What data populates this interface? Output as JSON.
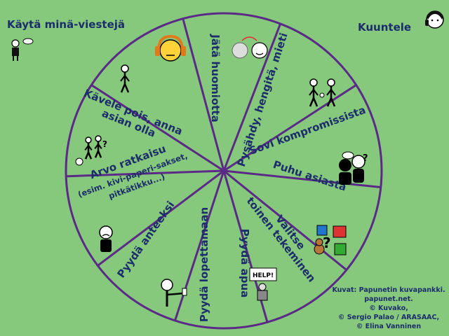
{
  "header": {
    "left_title": "Käytä minä-viestejä",
    "right_title": "Kuuntele"
  },
  "wheel": {
    "segments": [
      {
        "label_lines": [
          "Jätä huomiotta"
        ],
        "icon": "headphones-face-icon"
      },
      {
        "label_lines": [
          "Pysähdy, hengitä, mieti"
        ],
        "icon": "calm-faces-icon"
      },
      {
        "label_lines": [
          "Sovi kompromissista"
        ],
        "icon": "handshake-icon"
      },
      {
        "label_lines": [
          "Puhu asiasta"
        ],
        "icon": "talking-people-icon"
      },
      {
        "label_lines": [
          "Valitse",
          "toinen tekeminen"
        ],
        "icon": "toys-icon"
      },
      {
        "label_lines": [
          "Pyydä apua"
        ],
        "icon": "help-sign-icon"
      },
      {
        "label_lines": [
          "Pyydä lopettamaan"
        ],
        "icon": "stop-gesture-icon"
      },
      {
        "label_lines": [
          "Pyydä anteeksi"
        ],
        "icon": "sad-face-icon"
      },
      {
        "label_lines": [
          "Arvo ratkaisu",
          "(esim. kivi-paperi-sakset,",
          "pitkätikku...)"
        ],
        "icon": "rock-paper-icon"
      },
      {
        "label_lines": [
          "Kävele pois, anna",
          "asian olla"
        ],
        "icon": "walking-person-icon"
      }
    ],
    "help_sign_text": "HELP!",
    "question_mark": "?"
  },
  "credits": {
    "lines": [
      "Kuvat: Papunetin kuvapankki.",
      "papunet.net.",
      "© Kuvako,",
      "© Sergio Palao / ARASAAC,",
      "© Elina Vanninen"
    ]
  },
  "colors": {
    "background": "#86c97c",
    "wheel_fill": "#86c97c",
    "wheel_stroke": "#5a2a86",
    "text": "#1c2d6b"
  }
}
